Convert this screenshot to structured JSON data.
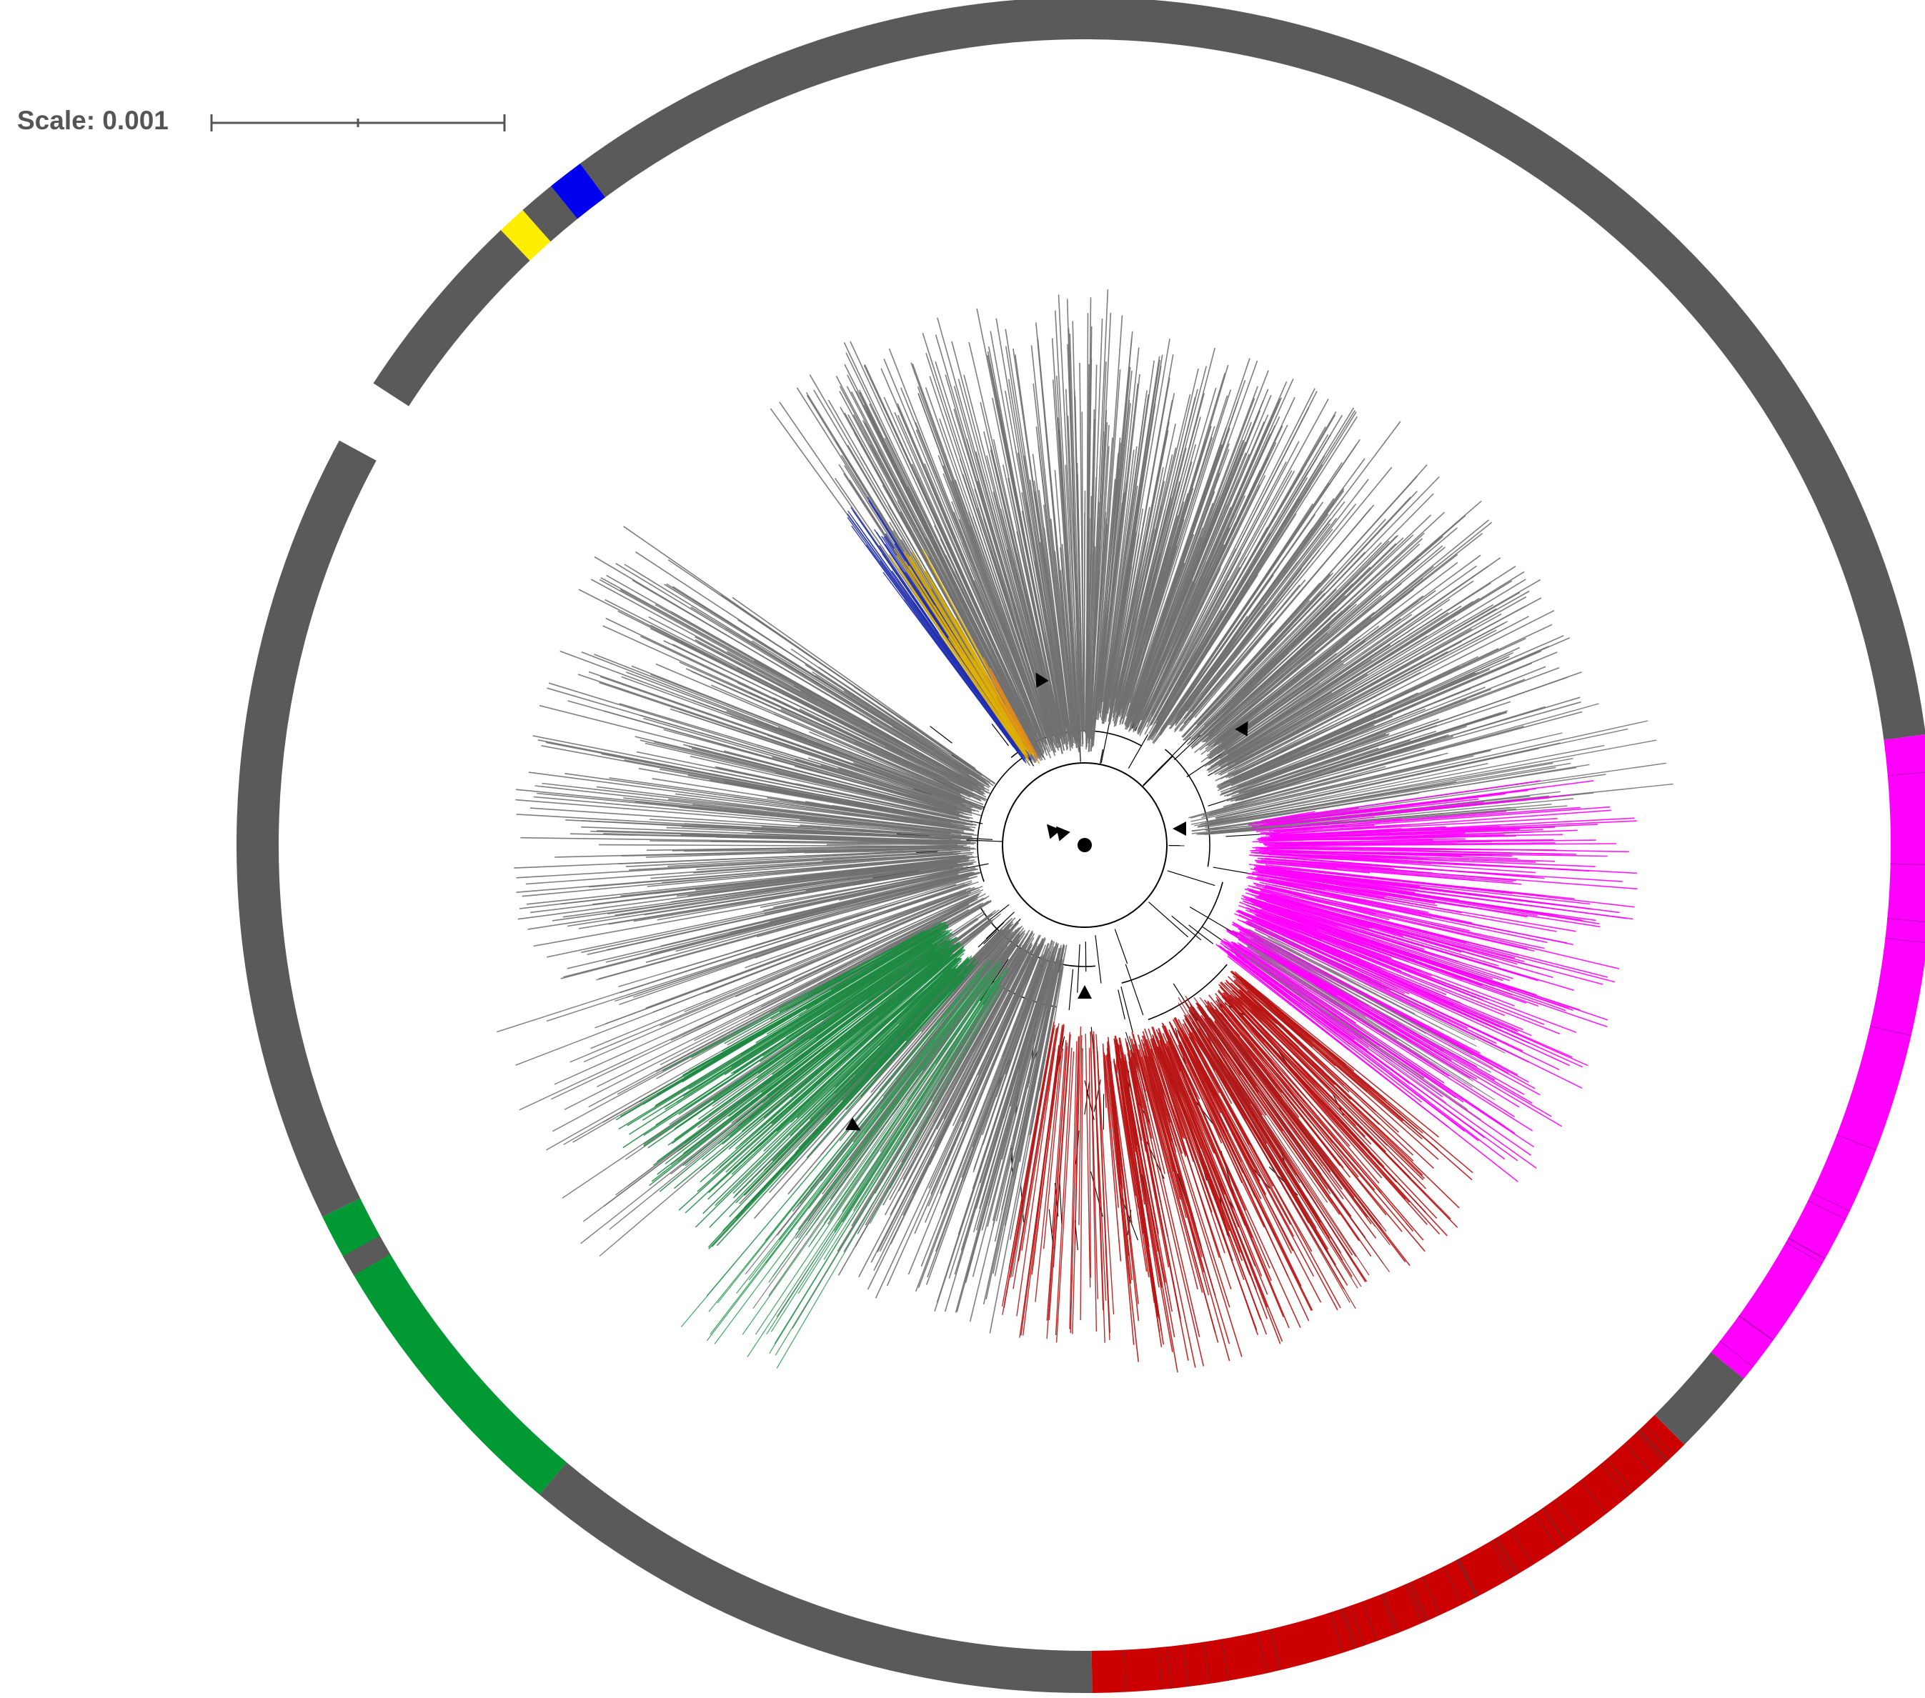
{
  "scale": {
    "label": "Scale: 0.001"
  },
  "colors": {
    "default": "#5a5a5a",
    "magenta": "#ff00ff",
    "red": "#cc0000",
    "green": "#009933",
    "blue": "#0000ee",
    "yellow": "#ffee00",
    "orange": "#e08a1e",
    "branch_gray": "#707070",
    "tree_black": "#000000"
  },
  "clades": [
    {
      "name": "grey-main",
      "color": "default"
    },
    {
      "name": "magenta",
      "color": "magenta"
    },
    {
      "name": "red",
      "color": "red"
    },
    {
      "name": "green",
      "color": "green"
    },
    {
      "name": "blue",
      "color": "blue"
    },
    {
      "name": "yellow",
      "color": "yellow"
    }
  ],
  "markers": {
    "root": "circle-marker",
    "node": "triangle-marker"
  }
}
